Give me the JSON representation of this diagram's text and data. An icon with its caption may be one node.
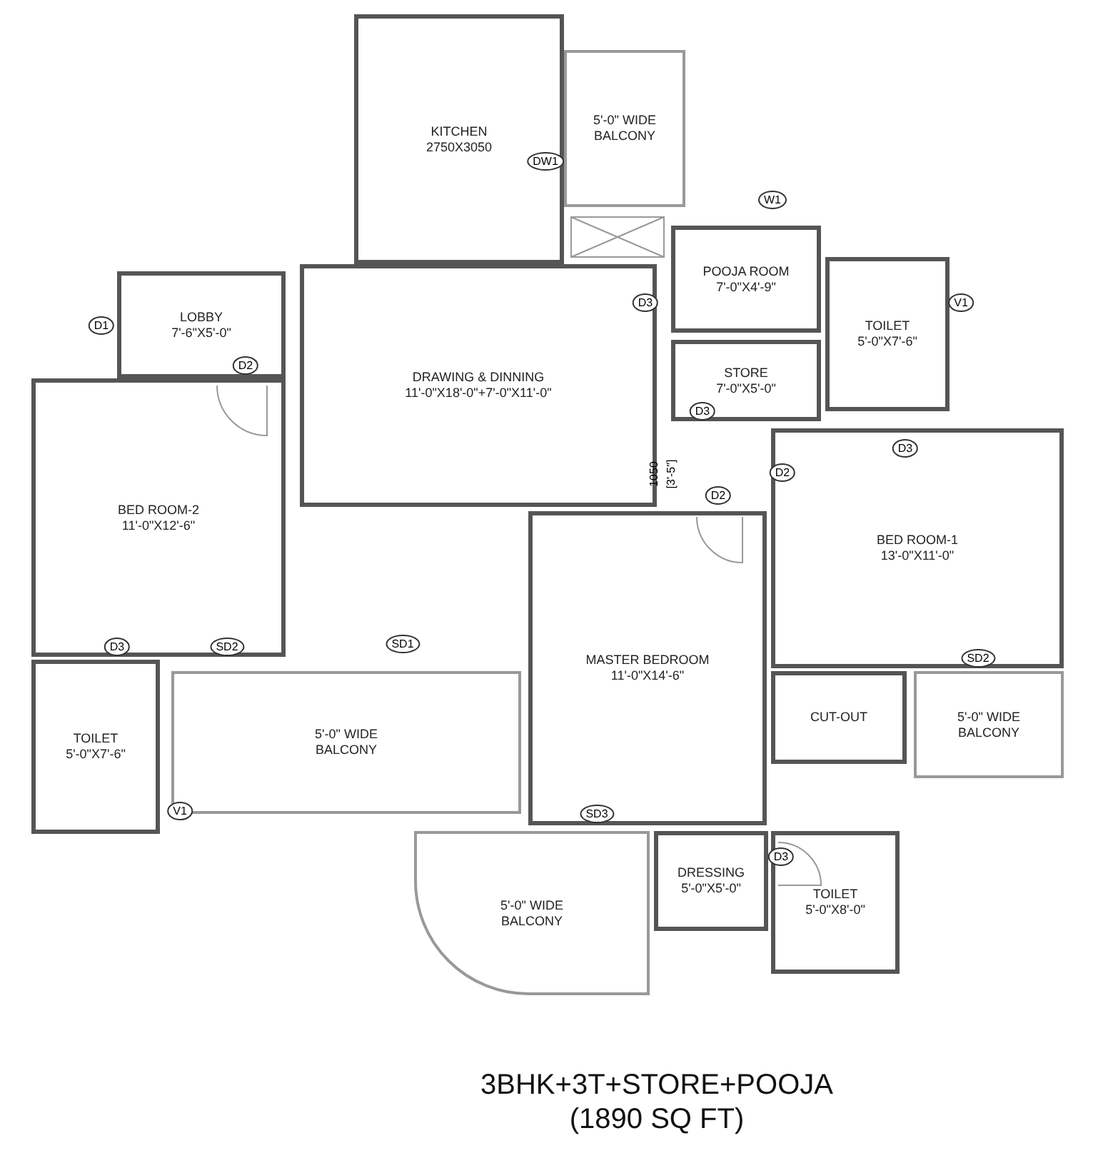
{
  "diagram": {
    "caption": "3BHK+3T+STORE+POOJA (1890 SQ FT)",
    "nodes": [
      {
        "text": [
          "KITCHEN",
          "2750X3050"
        ]
      },
      {
        "text": [
          "5'-0\" WIDE BALCONY"
        ]
      },
      {
        "text": [
          "POOJA ROOM",
          "7'-0\"X4'-9\""
        ]
      },
      {
        "text": [
          "TOILET",
          "5'-0\"X7'-6\""
        ]
      },
      {
        "text": [
          "LOBBY",
          "7'-6\"X5'-0\""
        ]
      },
      {
        "text": [
          "DRAWING & DINNING",
          "11'-0\"X18'-0\"+7'-0\"X11'-0\""
        ]
      },
      {
        "text": [
          "STORE",
          "7'-0\"X5'-0\""
        ]
      },
      {
        "text": [
          "BED ROOM-2",
          "11'-0\"X12'-6\""
        ]
      },
      {
        "text": [
          "BED ROOM-1",
          "13'-0\"X11'-0\""
        ]
      },
      {
        "text": [
          "MASTER BEDROOM",
          "11'-0\"X14'-6\""
        ]
      },
      {
        "text": [
          "TOILET",
          "5'-0\"X7'-6\""
        ]
      },
      {
        "text": [
          "5'-0\" WIDE BALCONY"
        ]
      },
      {
        "text": [
          "CUT-OUT"
        ]
      },
      {
        "text": [
          "5'-0\" WIDE BALCONY"
        ]
      },
      {
        "text": [
          "5'-0\" WIDE BALCONY"
        ]
      },
      {
        "text": [
          "DRESSING",
          "5'-0\"X5'-0\""
        ]
      },
      {
        "text": [
          "TOILET",
          "5'-0\"X8'-0\""
        ]
      }
    ],
    "labels": [
      "DW1",
      "W1",
      "D3",
      "V1",
      "D1",
      "D2",
      "D3",
      "D3",
      "D2",
      "1050",
      "[3'-5\"]",
      "D2",
      "D3",
      "SD2",
      "SD1",
      "SD2",
      "V1",
      "SD3",
      "D3"
    ]
  }
}
